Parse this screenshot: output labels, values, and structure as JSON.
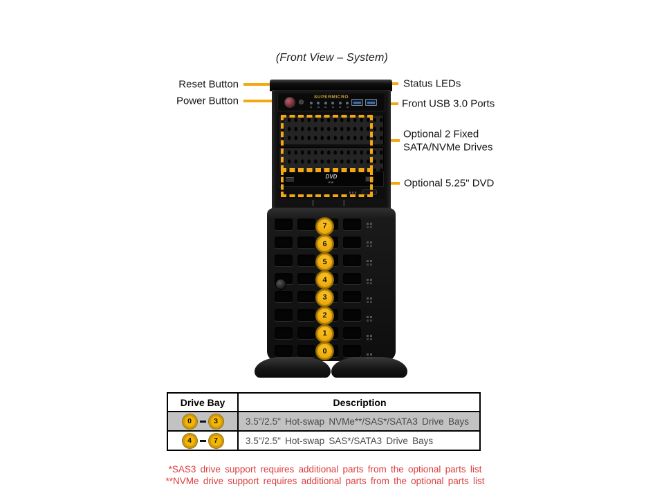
{
  "title": "(Front View – System)",
  "colors": {
    "accent_gold": "#F3A712",
    "badge_fill": "#F2B705",
    "badge_ring": "#CF9A10",
    "table_row_gray": "#C2C2C2",
    "footnote_red": "#DD3C3C",
    "usb_blue": "#3E6FB0",
    "power_button_red": "#6B1F2B"
  },
  "callouts": {
    "reset": "Reset Button",
    "power": "Power Button",
    "status": "Status LEDs",
    "usb": "Front USB 3.0 Ports",
    "fixed_line1": "Optional 2 Fixed",
    "fixed_line2": "SATA/NVMe Drives",
    "dvd": "Optional 5.25\" DVD"
  },
  "tower": {
    "logo": "SUPERMICRO",
    "dvd_logo": "DVD",
    "bay_numbers": [
      "7",
      "6",
      "5",
      "4",
      "3",
      "2",
      "1",
      "0"
    ]
  },
  "table": {
    "headers": [
      "Drive Bay",
      "Description"
    ],
    "rows": [
      {
        "bay_start": "0",
        "bay_end": "3",
        "description": "3.5\"/2.5\" Hot-swap NVMe**/SAS*/SATA3 Drive Bays"
      },
      {
        "bay_start": "4",
        "bay_end": "7",
        "description": "3.5\"/2.5\" Hot-swap SAS*/SATA3 Drive Bays"
      }
    ]
  },
  "footnotes": [
    "*SAS3 drive support requires additional parts from the optional parts list",
    "**NVMe drive support requires additional parts from the optional parts list"
  ]
}
